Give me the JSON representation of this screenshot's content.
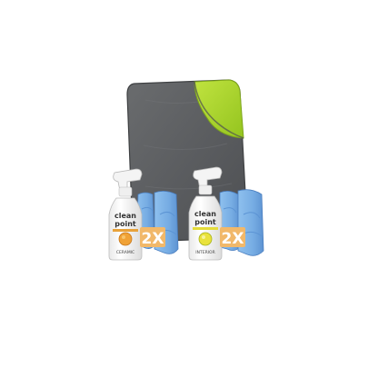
{
  "image": {
    "kind": "product-photo",
    "background": "#ffffff"
  },
  "towel_large": {
    "main_color": "#5d5f61",
    "back_color": "#a6d22c"
  },
  "bottle_left": {
    "brand_line1": "clean",
    "brand_line2": "point",
    "product": "CERAMIC",
    "label_accent": "#e8a23a",
    "label_accent_dark": "#c7781c",
    "cap_color": "#f4f4f4"
  },
  "bottle_right": {
    "brand_line1": "clean",
    "brand_line2": "point",
    "product": "INTERIOR",
    "label_accent": "#e4dc3a",
    "label_accent_dark": "#a6b31e",
    "cap_color": "#f4f4f4"
  },
  "badge_left": {
    "text": "2X",
    "color": "#f1b86a"
  },
  "badge_right": {
    "text": "2X",
    "color": "#f1b86a"
  },
  "small_towels": {
    "color": "#7fb3e6",
    "shade": "#5c94d4"
  }
}
